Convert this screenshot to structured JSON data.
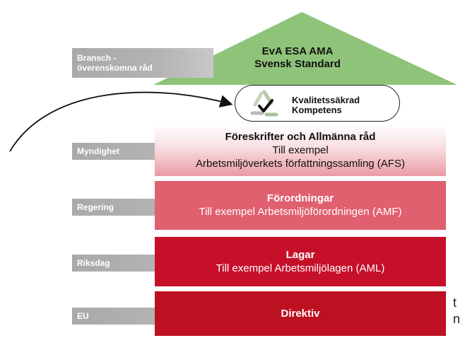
{
  "roof": {
    "line1": "EvA ESA AMA",
    "line2": "Svensk Standard"
  },
  "badge": {
    "line1": "Kvalitetssäkrad",
    "line2": "Kompetens",
    "logo_icon": "recycle-check-icon"
  },
  "labels": {
    "bransch_line1": "Bransch -",
    "bransch_line2": "överenskomna råd",
    "myndighet": "Myndighet",
    "regering": "Regering",
    "riksdag": "Riksdag",
    "eu": "EU"
  },
  "tiers": {
    "myndighet": {
      "title": "Föreskrifter och Allmänna råd",
      "sub1": "Till exempel",
      "sub2": "Arbetsmiljöverkets författningssamling (AFS)"
    },
    "regering": {
      "title": "Förordningar",
      "sub1": "Till exempel Arbetsmiljöförordningen (AMF)"
    },
    "riksdag": {
      "title": "Lagar",
      "sub1": "Till exempel Arbetsmiljölagen (AML)"
    },
    "eu": {
      "title": "Direktiv"
    }
  },
  "edge": {
    "t": "t",
    "n": "n"
  },
  "colors": {
    "roof": "#8fc37a",
    "myndighet_bottom": "#ea9aa4",
    "regering": "#e0606f",
    "riksdag": "#c6102a",
    "eu": "#bd1020",
    "label_gray": "#b3b3b3"
  }
}
